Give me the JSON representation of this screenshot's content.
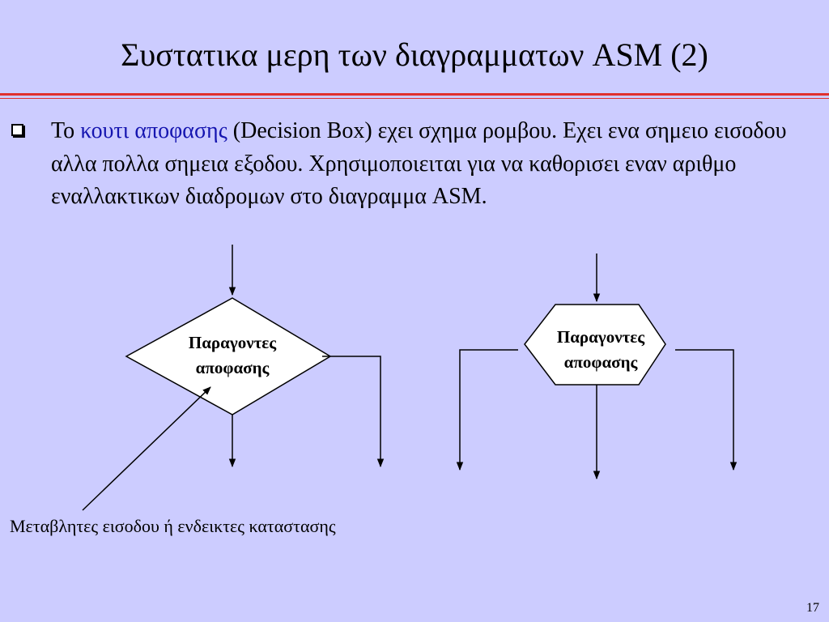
{
  "slide": {
    "title": "Συστατικα μερη των διαγραμματων ASM (2)",
    "page_number": "17"
  },
  "bullet": {
    "lead": "Το ",
    "highlight": "κουτι αποφασης",
    "rest": " (Decision Box) εχει σχημα ρομβου. Εχει ενα σημειο εισοδου αλλα πολλα σημεια εξοδου. Χρησιμοποιειται για να καθορισει εναν αριθμο εναλλακτικων διαδρομων στο διαγραμμα ASM."
  },
  "diagram": {
    "diamond_label_line1": "Παραγοντες",
    "diamond_label_line2": "αποφασης",
    "hexagon_label_line1": "Παραγοντες",
    "hexagon_label_line2": "αποφασης",
    "annotation": "Μεταβλητες εισοδου ή ενδεικτες καταστασης"
  },
  "colors": {
    "background": "#ccccff",
    "title_rule": "#e0302e",
    "highlight": "#1515b0",
    "shape_fill": "#ffffff"
  }
}
